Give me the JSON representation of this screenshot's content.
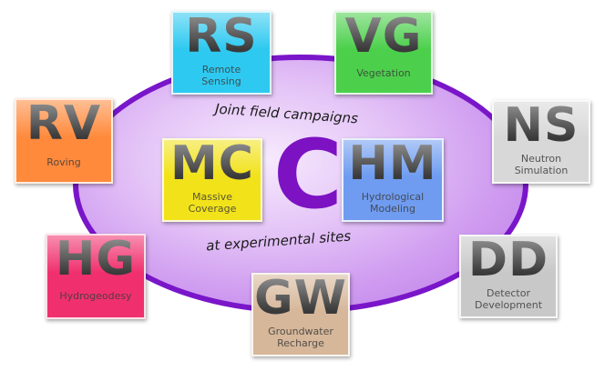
{
  "diagram": {
    "center_letter": "C",
    "caption_top": "Joint field campaigns",
    "caption_bottom": "at experimental sites",
    "colors": {
      "ellipse_border": "#7a16c9",
      "ellipse_fill": "#d6a9f2",
      "center_letter": "#7c12c2"
    },
    "tiles": [
      {
        "id": "rs",
        "abbr": "RS",
        "desc": "Remote\nSensing",
        "color": "#2ec9f0"
      },
      {
        "id": "vg",
        "abbr": "VG",
        "desc": "Vegetation",
        "color": "#4cd04c"
      },
      {
        "id": "rv",
        "abbr": "RV",
        "desc": "Roving",
        "color": "#ff8a3c"
      },
      {
        "id": "ns",
        "abbr": "NS",
        "desc": "Neutron\nSimulation",
        "color": "#d8d8d8"
      },
      {
        "id": "mc",
        "abbr": "MC",
        "desc": "Massive\nCoverage",
        "color": "#f2e21a"
      },
      {
        "id": "hm",
        "abbr": "HM",
        "desc": "Hydrological\nModeling",
        "color": "#6f9cf0"
      },
      {
        "id": "hg",
        "abbr": "HG",
        "desc": "Hydrogeodesy",
        "color": "#f0306e"
      },
      {
        "id": "dd",
        "abbr": "DD",
        "desc": "Detector\nDevelopment",
        "color": "#c8c8c8"
      },
      {
        "id": "gw",
        "abbr": "GW",
        "desc": "Groundwater\nRecharge",
        "color": "#d7b79a"
      }
    ]
  }
}
